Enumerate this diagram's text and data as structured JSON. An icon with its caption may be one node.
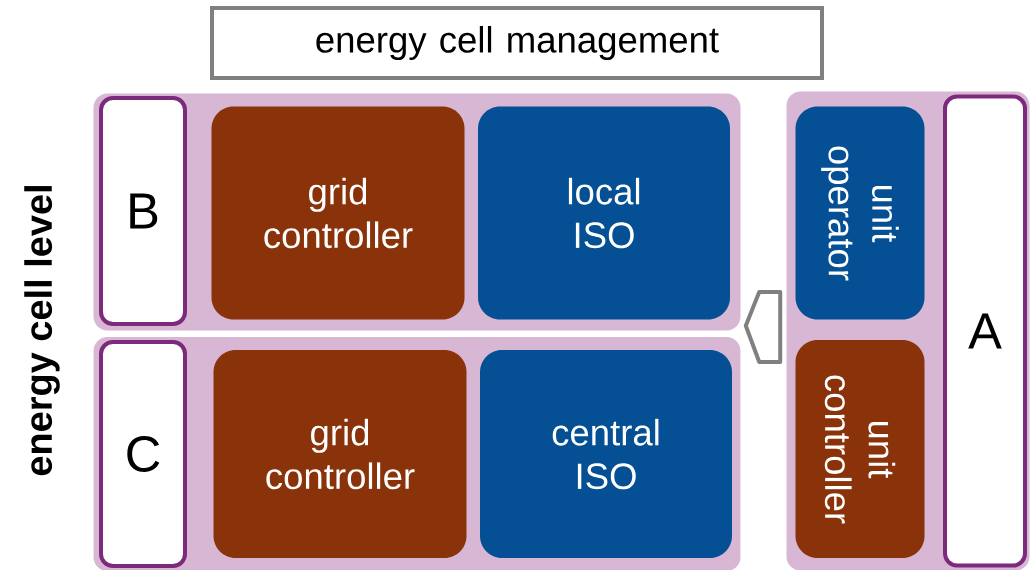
{
  "diagram": {
    "nodes": [
      {
        "text": [
          "energy cell management"
        ]
      },
      {
        "text": [],
        "shape": "box"
      },
      {
        "text": [
          "B"
        ],
        "in": 1
      },
      {
        "text": [
          "grid controller"
        ],
        "in": 1
      },
      {
        "text": [
          "local ISO"
        ],
        "in": 1
      },
      {
        "text": [],
        "shape": "box"
      },
      {
        "text": [
          "C"
        ],
        "in": 5
      },
      {
        "text": [
          "grid controller"
        ],
        "in": 5
      },
      {
        "text": [
          "central ISO"
        ],
        "in": 5
      },
      {
        "text": [],
        "shape": "box"
      },
      {
        "text": [
          "unit operator"
        ],
        "in": 9
      },
      {
        "text": [
          "unit controller"
        ],
        "in": 9
      },
      {
        "text": [
          "A"
        ],
        "in": 9
      }
    ],
    "edges": [
      {
        "from": 9,
        "to": 1,
        "arrow": "to"
      }
    ],
    "labels": [
      "energy cell level"
    ]
  }
}
